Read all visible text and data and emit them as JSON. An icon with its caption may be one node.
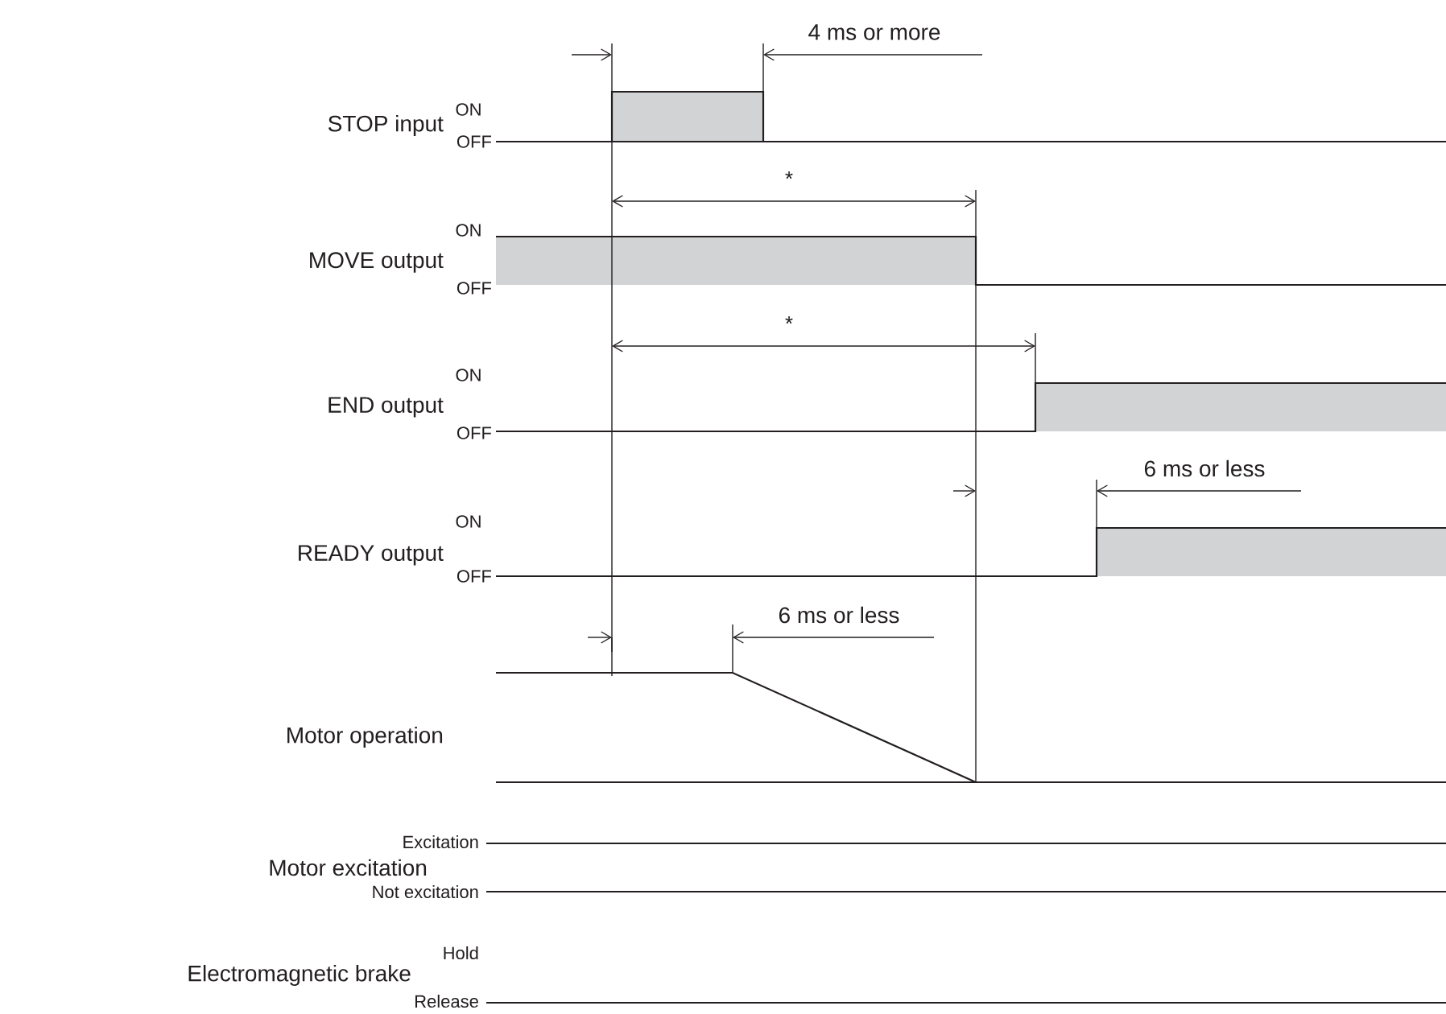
{
  "diagram": {
    "labels": [
      "4 ms or more",
      "ON",
      "STOP input",
      "OFF",
      "*",
      "ON",
      "MOVE output",
      "OFF",
      "*",
      "ON",
      "END output",
      "OFF",
      "6 ms or less",
      "ON",
      "READY output",
      "OFF",
      "6 ms or less",
      "Motor operation",
      "Excitation",
      "Motor excitation",
      "Not excitation",
      "Hold",
      "Electromagnetic brake",
      "Release"
    ]
  }
}
